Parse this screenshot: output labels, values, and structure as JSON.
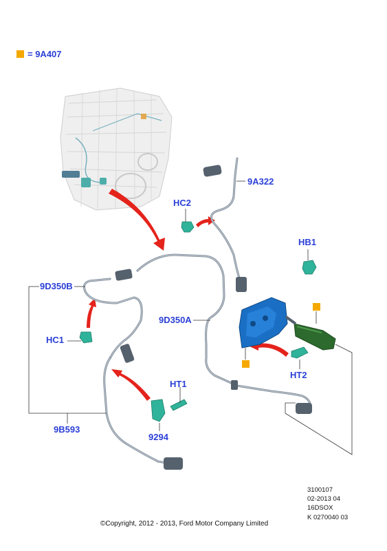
{
  "legend": {
    "symbol_color": "#f5a800",
    "text": "= 9A407"
  },
  "labels": {
    "l_9A322": "9A322",
    "l_HC2": "HC2",
    "l_HB1": "HB1",
    "l_9D350B": "9D350B",
    "l_9D350A": "9D350A",
    "l_HC1": "HC1",
    "l_HT2": "HT2",
    "l_HT1": "HT1",
    "l_9294": "9294",
    "l_9B593": "9B593"
  },
  "info": {
    "line1": "3100107",
    "line2": "02-2013 04",
    "line3": "16DSOX",
    "line4": "K 0270040 03"
  },
  "copyright": "©Copyright, 2012 - 2013, Ford Motor Company Limited",
  "colors": {
    "label_blue": "#2a3fd6",
    "arrow_red": "#e4231b",
    "hose_gray": "#8a97a5",
    "part_teal": "#2fb39a",
    "part_blue": "#1a6fc4",
    "filter_green": "#2d6a2d",
    "marker_orange": "#f5a800"
  }
}
